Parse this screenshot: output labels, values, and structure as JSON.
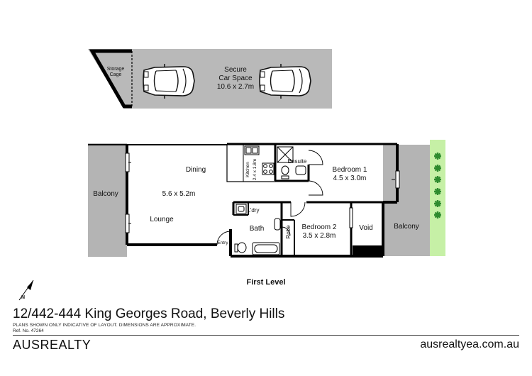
{
  "parking": {
    "storage_label": [
      "Storage",
      "Cage"
    ],
    "car_space_label": [
      "Secure",
      "Car Space",
      "10.6 x 2.7m"
    ]
  },
  "rooms": {
    "dining": "Dining",
    "lounge_dims": "5.6 x 5.2m",
    "lounge": "Lounge",
    "balcony_left": "Balcony",
    "kitchen": [
      "Kitchen",
      "2.4 x 1.8m"
    ],
    "ensuite": "Ensuite",
    "bedroom1": [
      "Bedroom 1",
      "4.5 x 3.0m"
    ],
    "laundry": "L'dry",
    "bath": "Bath",
    "robe": "Robe",
    "bedroom2": [
      "Bedroom 2",
      "3.5 x 2.8m"
    ],
    "void": "Void",
    "balcony_right": "Balcony",
    "entry": "Entry"
  },
  "level_title": "First Level",
  "compass_letter": "N",
  "footer": {
    "address": "12/442-444 King Georges Road, Beverly Hills",
    "disclaimer": "PLANS SHOWN ONLY INDICATIVE OF LAYOUT.  DIMENSIONS ARE APPROXIMATE.",
    "reference": "Ref. No. 47264",
    "brand": "AUSREALTY",
    "website": "ausrealtyea.com.au"
  },
  "colors": {
    "wall": "#000000",
    "parking_fill": "#b9b9b9",
    "balcony_fill": "#b4b4b4",
    "garden_fill": "#c6f0a6",
    "plant": "#2e8b2e"
  }
}
